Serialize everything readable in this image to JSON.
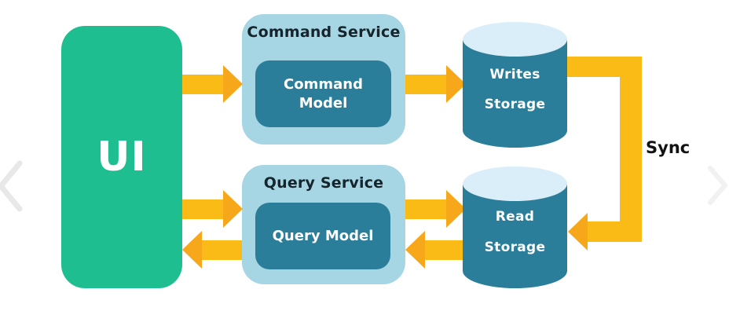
{
  "colors": {
    "green": "#1FBE90",
    "service_bg": "#A6D5E3",
    "teal": "#2B7E99",
    "cylinder_top": "#D9EEF8",
    "arrow_bar": "#FBBB16",
    "arrow_head": "#F7A81A",
    "title_text": "#16242C"
  },
  "nodes": {
    "ui": {
      "label": "UI"
    },
    "command_service": {
      "title": "Command Service",
      "model_label": "Command\nModel"
    },
    "query_service": {
      "title": "Query Service",
      "model_label": "Query Model"
    },
    "writes_storage": {
      "label": "Writes\nStorage"
    },
    "read_storage": {
      "label": "Read\nStorage"
    }
  },
  "labels": {
    "sync": "Sync"
  },
  "nav": {
    "prev_icon": "chevron-left",
    "next_icon": "chevron-right"
  }
}
